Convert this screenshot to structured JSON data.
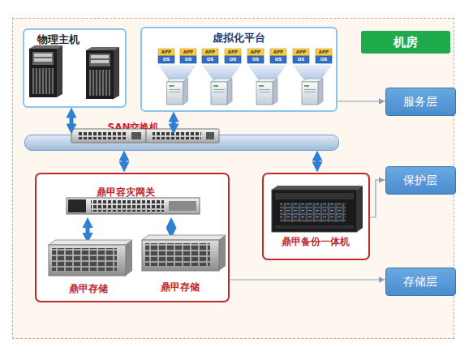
{
  "diagram": {
    "nodes": [
      {
        "text": [
          "机房"
        ]
      },
      {
        "text": [
          "物理主机"
        ],
        "in": 0
      },
      {
        "text": [
          "虚拟化平台"
        ],
        "in": 0
      },
      {
        "text": [
          "SAN交换机"
        ],
        "in": 0
      },
      {
        "text": [
          "鼎甲容灾网关"
        ],
        "in": 0
      },
      {
        "text": [
          "鼎甲存储"
        ],
        "in": 4
      },
      {
        "text": [
          "鼎甲存储"
        ],
        "in": 4
      },
      {
        "text": [
          "鼎甲备份一体机"
        ],
        "in": 0
      },
      {
        "text": [
          "服务层"
        ],
        "in": 0
      },
      {
        "text": [
          "保护层"
        ],
        "in": 0
      },
      {
        "text": [
          "存储层"
        ],
        "in": 0
      }
    ],
    "edges": [
      {
        "from": 1,
        "to": 3,
        "arrow": "both"
      },
      {
        "from": 2,
        "to": 3,
        "arrow": "both"
      },
      {
        "from": 3,
        "to": 4,
        "arrow": "both"
      },
      {
        "from": 3,
        "to": 7,
        "arrow": "both"
      },
      {
        "from": 2,
        "to": 8,
        "arrow": "to"
      },
      {
        "from": 7,
        "to": 9,
        "arrow": "to"
      },
      {
        "from": 4,
        "to": 10,
        "arrow": "to"
      }
    ],
    "labels": [
      "APP",
      "OS",
      "APP",
      "OS",
      "APP",
      "OS",
      "APP",
      "OS",
      "APP",
      "OS",
      "APP",
      "OS",
      "APP",
      "OS",
      "APP",
      "OS"
    ]
  }
}
